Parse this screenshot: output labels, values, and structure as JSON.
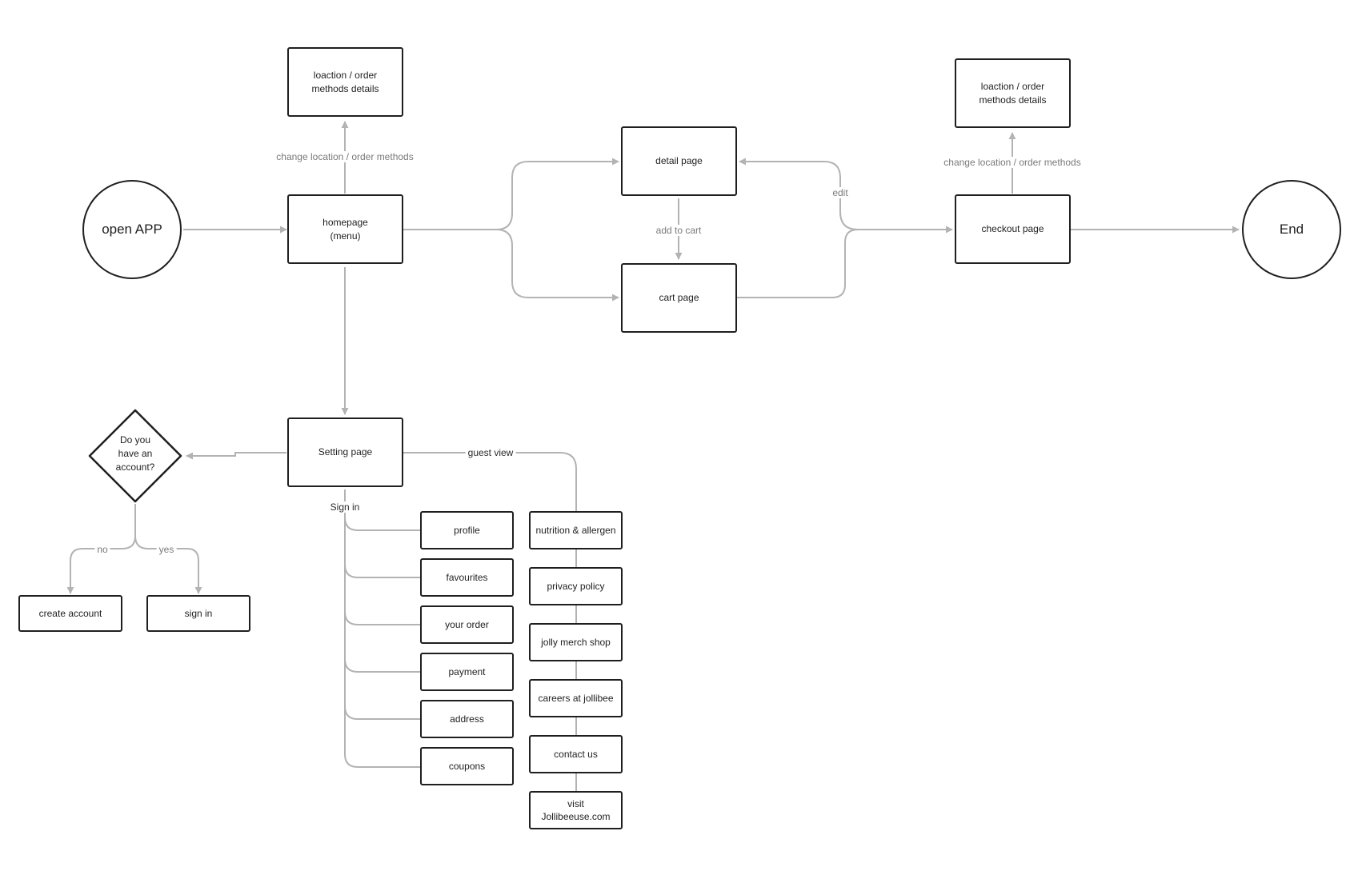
{
  "nodes": {
    "open_app": "open APP",
    "end": "End",
    "homepage": "homepage\n(menu)",
    "location_details_top": "loaction / order\nmethods details",
    "location_details_right": "loaction / order\nmethods details",
    "detail_page": "detail page",
    "cart_page": "cart page",
    "checkout_page": "checkout page",
    "setting_page": "Setting page",
    "account_question": "Do you\nhave an\naccount?",
    "create_account": "create account",
    "sign_in": "sign in",
    "signed_in_items": [
      "profile",
      "favourites",
      "your order",
      "payment",
      "address",
      "coupons"
    ],
    "guest_items": [
      "nutrition & allergen",
      "privacy policy",
      "jolly merch shop",
      "careers at jollibee",
      "contact us",
      "visit\nJollibeeuse.com"
    ]
  },
  "edge_labels": {
    "change_location_top": "change location / order methods",
    "change_location_right": "change location / order methods",
    "add_to_cart": "add to cart",
    "edit": "edit",
    "guest_view": "guest view",
    "sign_in_branch": "Sign in",
    "no": "no",
    "yes": "yes"
  },
  "colors": {
    "node_border": "#1f1f1f",
    "connector": "#b3b3b3",
    "label_text": "#7a7a7a"
  }
}
